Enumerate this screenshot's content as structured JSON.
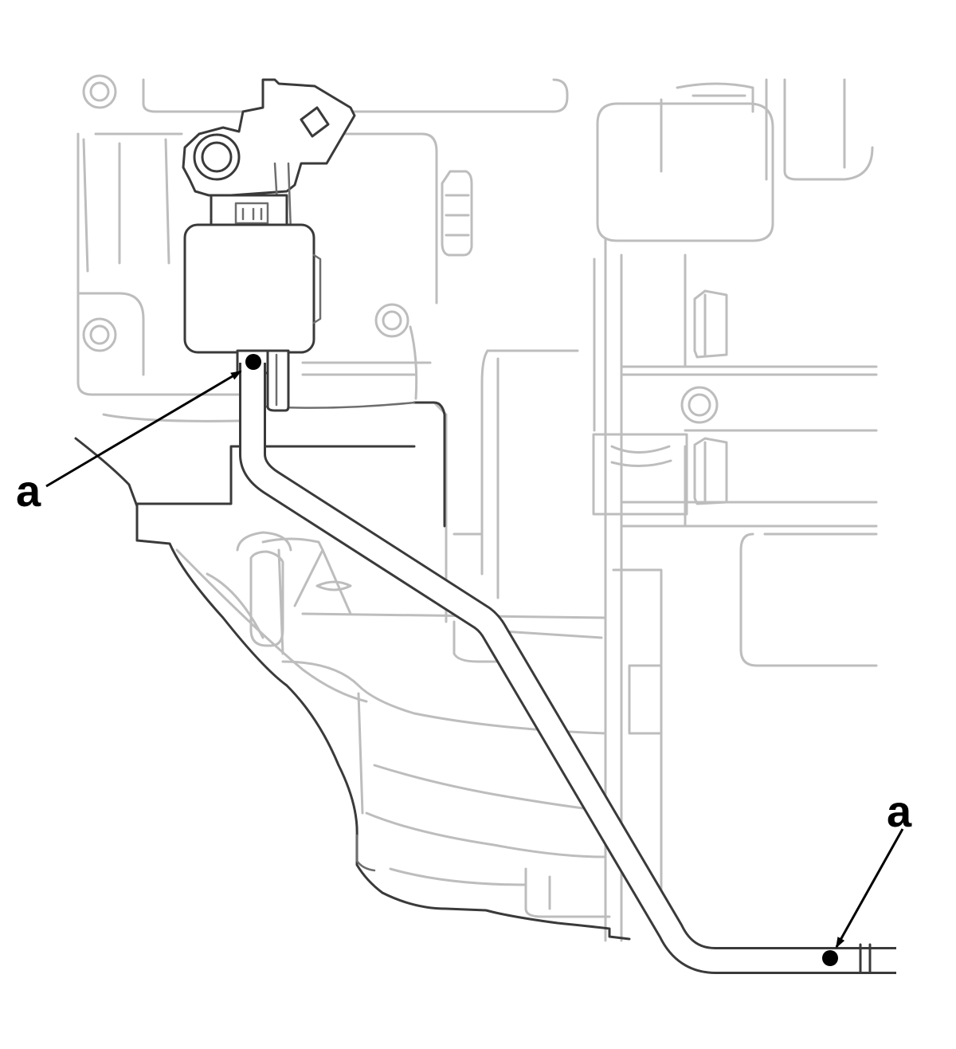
{
  "diagram": {
    "callouts": [
      {
        "id": "callout-left",
        "label": "a"
      },
      {
        "id": "callout-right",
        "label": "a"
      }
    ],
    "colors": {
      "background_lines": "#bdbdbd",
      "foreground_lines": "#3a3a3a",
      "leader": "#000000"
    }
  }
}
